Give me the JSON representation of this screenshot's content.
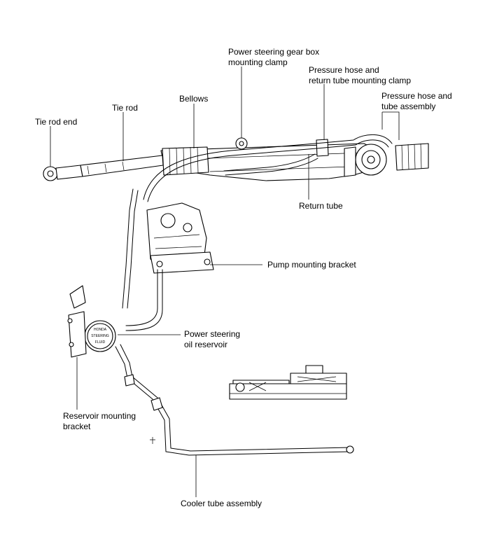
{
  "labels": {
    "tie_rod_end": "Tie rod end",
    "tie_rod": "Tie rod",
    "bellows": "Bellows",
    "gear_box_clamp_1": "Power steering gear box",
    "gear_box_clamp_2": "mounting clamp",
    "pressure_hose_clamp_1": "Pressure hose and",
    "pressure_hose_clamp_2": "return tube mounting clamp",
    "pressure_hose_tube_1": "Pressure hose and",
    "pressure_hose_tube_2": "tube assembly",
    "return_tube": "Return tube",
    "pump_bracket": "Pump mounting bracket",
    "oil_reservoir_1": "Power steering",
    "oil_reservoir_2": "oil reservoir",
    "reservoir_bracket_1": "Reservoir mounting",
    "reservoir_bracket_2": "bracket",
    "cooler_tube": "Cooler tube assembly"
  },
  "reservoir_cap": {
    "line1": "HONDA",
    "line2": "STEERING",
    "line3": "FLUID"
  }
}
